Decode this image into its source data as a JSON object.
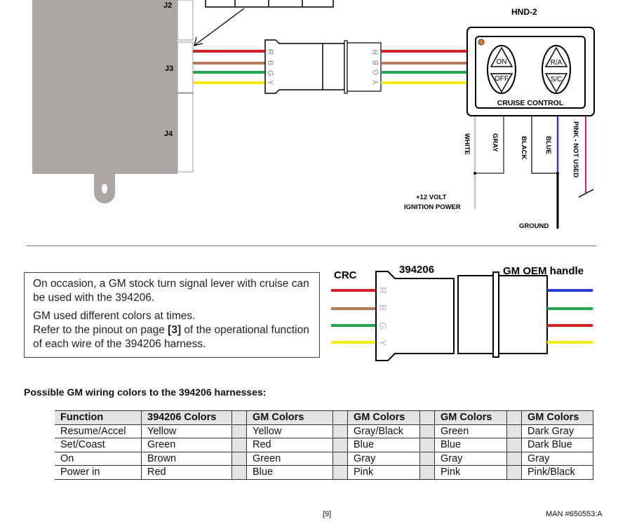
{
  "diagram_top": {
    "module_labels": [
      "J2",
      "J3",
      "J4"
    ],
    "connector_a_letters": [
      "R",
      "B",
      "G",
      "Y"
    ],
    "connector_b_letters": [
      "Y",
      "G",
      "B",
      "R"
    ],
    "device_title": "HND-2",
    "button_on": "ON",
    "button_off": "OFF",
    "button_ra": "R/A",
    "button_sc": "S/C",
    "device_label": "CRUISE CONTROL",
    "wire_labels": [
      "WHITE",
      "GRAY",
      "BLACK",
      "BLUE",
      "PINK - NOT USED"
    ],
    "power_label_1": "+12 VOLT",
    "power_label_2": "IGNITION POWER",
    "ground_label": "GROUND",
    "wire_colors": {
      "red": "#d42027",
      "brown": "#b57a57",
      "green": "#22a84a",
      "yellow": "#f5ea14",
      "blue": "#2b3ad0",
      "pink": "#e0207a"
    }
  },
  "note": {
    "paragraph1": "On occasion, a GM stock turn signal lever with cruise can be used with the 394206.",
    "paragraph2_line1": "GM used different colors at times.",
    "paragraph2_pre": "Refer to the pinout on page ",
    "paragraph2_page": "[3]",
    "paragraph2_post": " of the operational function of each wire of the 394206 harness."
  },
  "diagram_bottom": {
    "crc_label": "CRC",
    "part_label": "394206",
    "oem_label": "GM OEM handle",
    "letters": [
      "R",
      "B",
      "G",
      "Y"
    ]
  },
  "table": {
    "heading": "Possible GM wiring colors to the 394206 harnesses:",
    "headers": [
      "Function",
      "394206 Colors",
      "GM Colors",
      "GM Colors",
      "GM Colors",
      "GM Colors"
    ],
    "rows": [
      [
        "Resume/Accel",
        "Yellow",
        "Yellow",
        "Gray/Black",
        "Green",
        "Dark Gray"
      ],
      [
        "Set/Coast",
        "Green",
        "Red",
        "Blue",
        "Blue",
        "Dark Blue"
      ],
      [
        "On",
        "Brown",
        "Green",
        "Gray",
        "Gray",
        "Gray"
      ],
      [
        "Power in",
        "Red",
        "Blue",
        "Pink",
        "Pink",
        "Pink/Black"
      ]
    ]
  },
  "footer": {
    "page": "[9]",
    "doc": "MAN #650553:A"
  }
}
